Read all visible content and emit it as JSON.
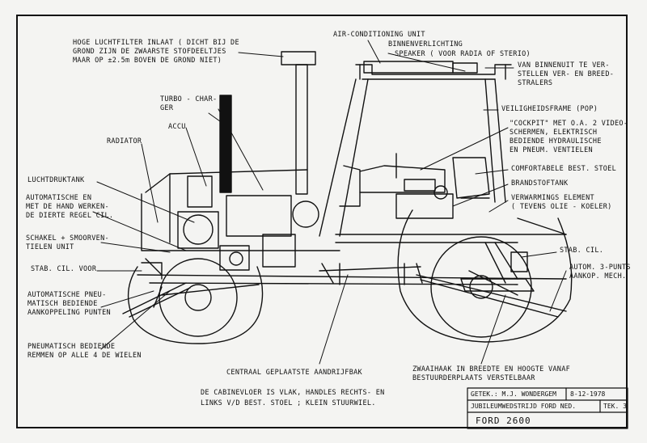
{
  "labels": {
    "air_filter": "HOGE LUCHTFILTER INLAAT ( DICHT BIJ DE\nGROND ZIJN DE ZWAARSTE STOFDEELTJES\nMAAR OP ±2.5m BOVEN DE GROND NIET)",
    "air_conditioning": "AIR-CONDITIONING UNIT",
    "interior_light": "BINNENVERLICHTING",
    "speaker": "SPEAKER ( VOOR RADIA OF STERIO)",
    "spotlights": "VAN BINNENUIT TE VER-\nSTELLEN VER- EN BREED-\nSTRALERS",
    "turbo": "TURBO - CHAR-\nGER",
    "accu": "ACCU",
    "safety_frame": "VEILIGHEIDSFRAME (POP)",
    "cockpit": "\"COCKPIT\" MET O.A. 2 VIDEO-\nSCHERMEN, ELEKTRISCH\nBEDIENDE HYDRAULISCHE\nEN PNEUM. VENTIELEN",
    "radiator": "RADIATOR",
    "air_tank": "LUCHTDRUKTANK",
    "comfort_seat": "COMFORTABELE BEST. STOEL",
    "fuel_tank": "BRANDSTOFTANK",
    "hand_valve": "AUTOMATISCHE EN\nMET DE HAND WERKEN-\nDE DIERTE REGEL CIL.",
    "heating": "VERWARMINGS ELEMENT\n( TEVENS OLIE - KOELER)",
    "valve_unit": "SCHAKEL + SMOORVEN-\nTIELEN UNIT",
    "stab_front": "STAB. CIL. VOOR",
    "stab_rear": "STAB. CIL.",
    "hitch": "AUTOM. 3-PUNTS\nAANKOP. MECH.",
    "pneu_points": "AUTOMATISCHE PNEU-\nMATISCH BEDIENDE\nAANKOPPELING PUNTEN",
    "brakes": "PNEUMATISCH BEDIENDE\nREMMEN OP ALLE 4 DE WIELEN",
    "driveshaft": "CENTRAAL GEPLAATSTE AANDRIJFBAK",
    "swing_hook": "ZWAAIHAAK IN BREEDTE EN HOOGTE VANAF\nBESTUURDERPLAATS VERSTELBAAR",
    "cab_note": "DE CABINEVLOER IS VLAK, HANDLES RECHTS- EN\nLINKS V/D BEST. STOEL ; KLEIN STUURWIEL."
  },
  "title_block": {
    "drawn_by": "GETEK.: M.J. WONDERGEM",
    "date": "8-12-1978",
    "project": "JUBILEUMWEDSTRIJD FORD NED.",
    "sheet": "TEK. 3",
    "name": "FORD 2600"
  }
}
